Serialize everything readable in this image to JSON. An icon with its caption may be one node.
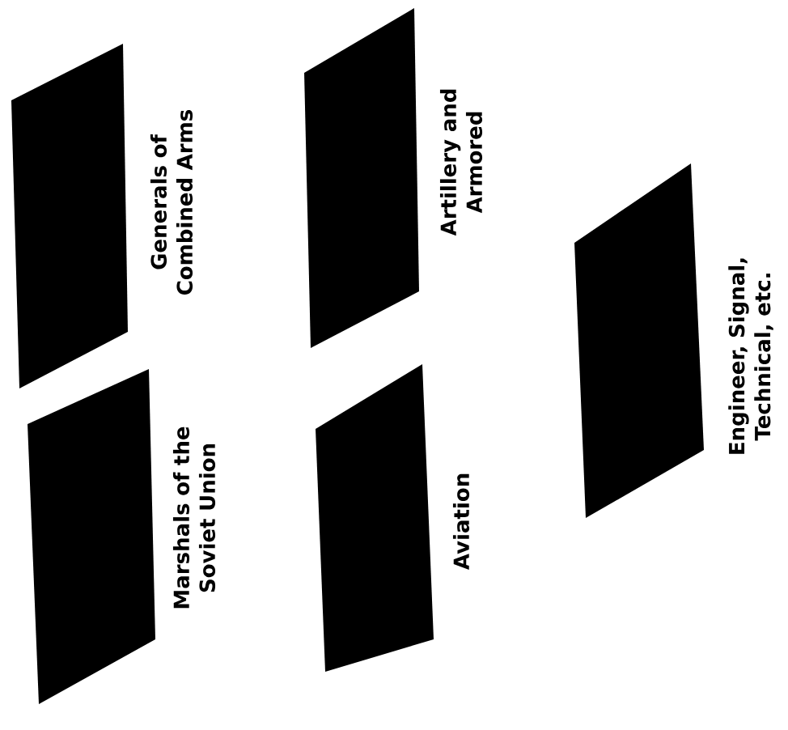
{
  "diagram": {
    "nodes": [
      {
        "text": [
          "Generals of Combined Arms"
        ]
      },
      {
        "text": [
          "Marshals of the Soviet Union"
        ]
      },
      {
        "text": [
          "Artillery and Armored"
        ]
      },
      {
        "text": [
          "Aviation"
        ]
      },
      {
        "text": [
          "Engineer, Signal, Technical, etc."
        ]
      }
    ]
  }
}
